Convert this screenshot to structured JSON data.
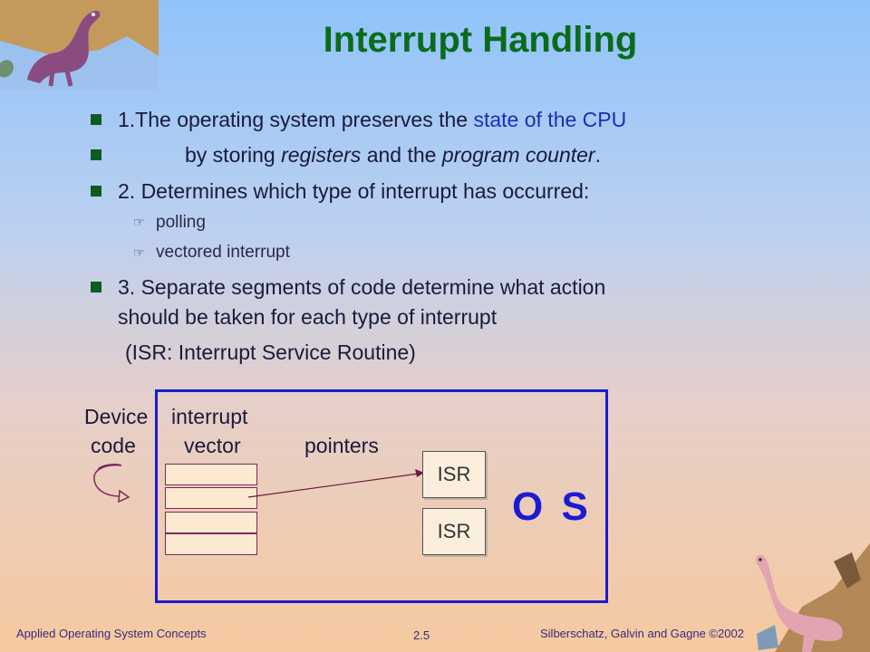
{
  "slide": {
    "title": "Interrupt Handling",
    "bullets": {
      "b1_line1_prefix": "1.The operating system preserves the ",
      "b1_line1_highlight": "state of the CPU",
      "b1_line2_a": "by storing ",
      "b1_line2_registers": "registers",
      "b1_line2_b": " and the ",
      "b1_line2_pc": "program counter",
      "b1_line2_c": ".",
      "b2": "2. Determines which type of interrupt has occurred:",
      "b2_sub1": "polling",
      "b2_sub2": "vectored interrupt",
      "b3_line1": "3. Separate segments of code determine what action",
      "b3_line2": "should be taken for each type of interrupt",
      "b3_line3": "(ISR: Interrupt Service Routine)"
    },
    "diagram": {
      "label_device": "Device",
      "label_code": "code",
      "label_interrupt": "interrupt",
      "label_vector": "vector",
      "label_pointers": "pointers",
      "isr1": "ISR",
      "isr2": "ISR",
      "os": "O S"
    },
    "footer": {
      "left": "Applied Operating System Concepts",
      "center": "2.5",
      "right": "Silberschatz, Galvin and  Gagne ©2002"
    }
  }
}
